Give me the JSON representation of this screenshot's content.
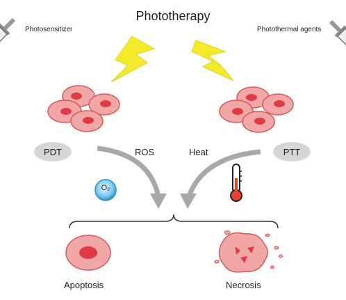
{
  "title": "Phototherapy",
  "left_agent": "Photosensitizer",
  "right_agent": "Photothermal agents",
  "left_therapy": "PDT",
  "right_therapy": "PTT",
  "left_mechanism": "ROS",
  "right_mechanism": "Heat",
  "oxygen": "O₂",
  "outcome_left": "Apoptosis",
  "outcome_right": "Necrosis",
  "colors": {
    "cell_fill": "#f2a7a7",
    "cell_stroke": "#d9595b",
    "nucleus": "#e13a45",
    "bolt": "#f4ea28",
    "arrow": "#a8a8a8",
    "pill": "#d6d6d6",
    "oxygen_bubble": "#74c6ec"
  },
  "icons": [
    "syringe-icon",
    "lightning-bolt-icon",
    "thermometer-icon",
    "oxygen-bubble-icon",
    "curly-brace-icon"
  ]
}
